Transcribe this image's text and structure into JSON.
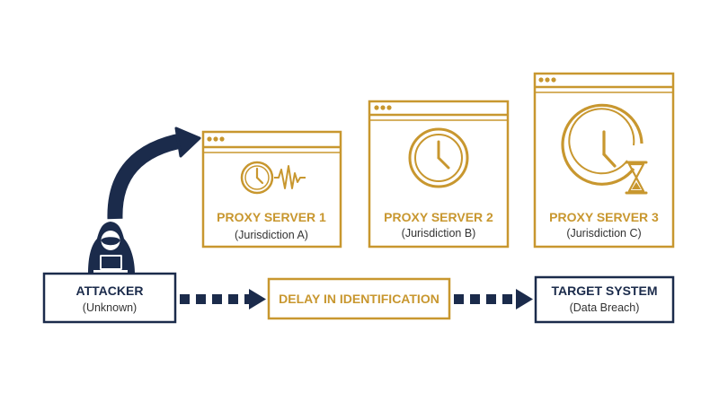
{
  "colors": {
    "gold": "#C8972F",
    "navy": "#1B2B4B",
    "background": "#FFFFFF"
  },
  "servers": [
    {
      "title": "PROXY SERVER 1",
      "subtitle": "(Jurisdiction A)",
      "icon": "clock-with-wave-icon"
    },
    {
      "title": "PROXY SERVER 2",
      "subtitle": "(Jurisdiction B)",
      "icon": "clock-icon"
    },
    {
      "title": "PROXY SERVER 3",
      "subtitle": "(Jurisdiction C)",
      "icon": "clock-with-hourglass-icon"
    }
  ],
  "attacker": {
    "title": "ATTACKER",
    "subtitle": "(Unknown)",
    "icon": "hooded-hacker-icon"
  },
  "delay": {
    "label": "DELAY IN IDENTIFICATION"
  },
  "target": {
    "title": "TARGET SYSTEM",
    "subtitle": "(Data Breach)"
  }
}
